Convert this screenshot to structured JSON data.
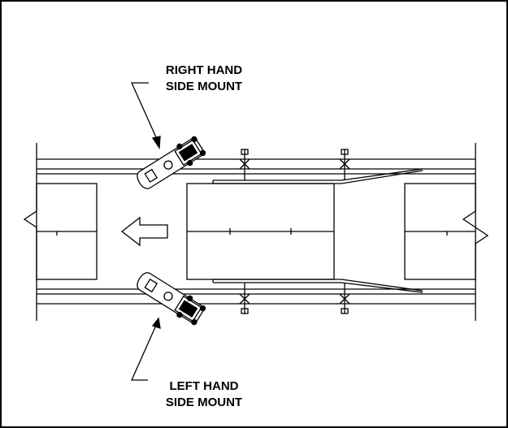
{
  "labels": {
    "right_hand": {
      "line1": "RIGHT HAND",
      "line2": "SIDE MOUNT"
    },
    "left_hand": {
      "line1": "LEFT HAND",
      "line2": "SIDE MOUNT"
    }
  },
  "icons": {
    "direction_arrow": "left-arrow-icon",
    "mount_unit": "side-mount-unit-icon",
    "clamp": "belt-clamp-icon"
  },
  "colors": {
    "line": "#000000",
    "background": "#ffffff",
    "fill": "#ffffff"
  }
}
